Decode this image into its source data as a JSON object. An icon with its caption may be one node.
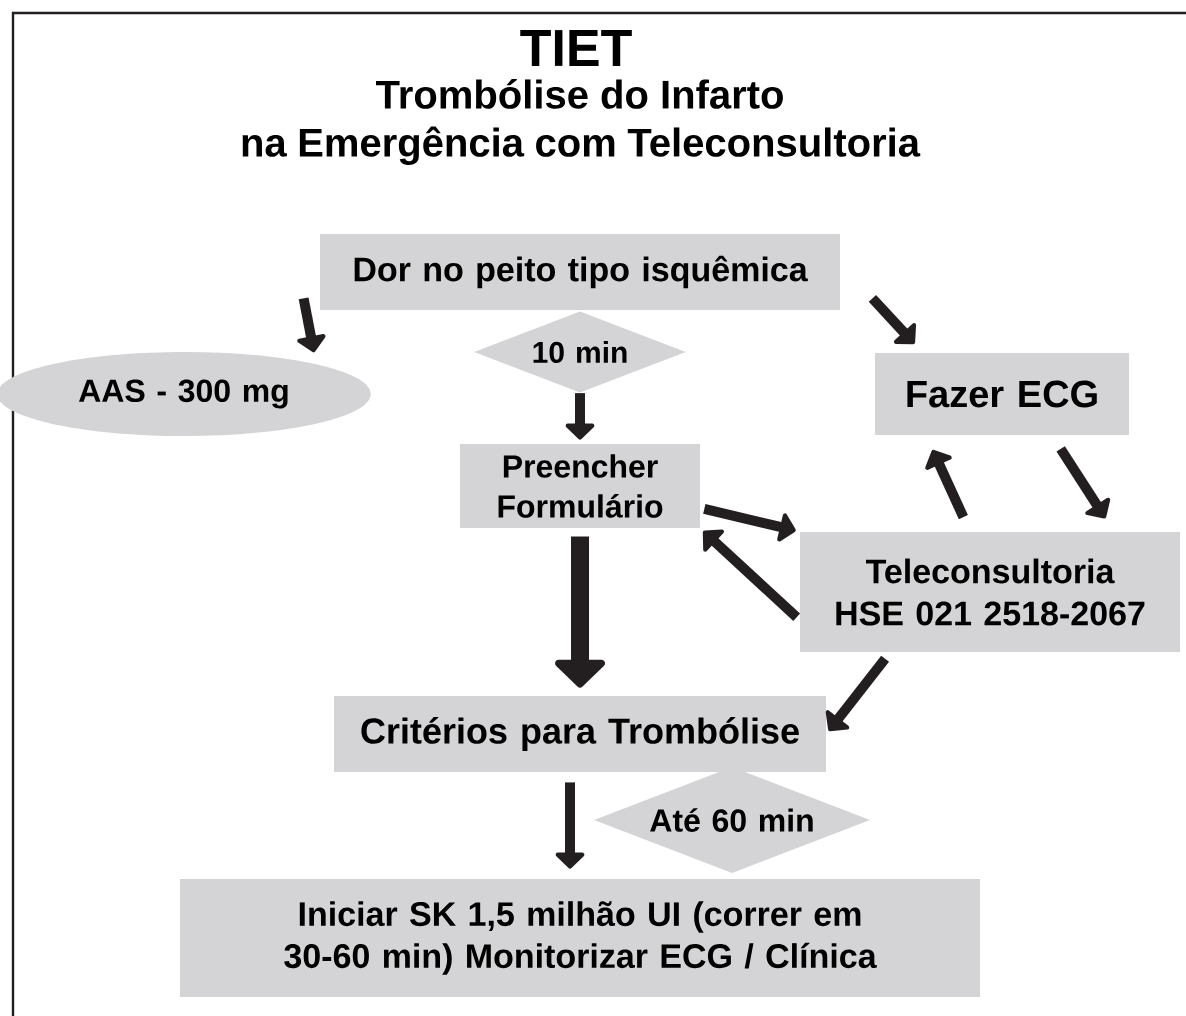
{
  "diagram": {
    "title": "TIET",
    "labels": [
      "Trombólise do Infarto na Emergência com Teleconsultoria"
    ],
    "nodes": [
      {
        "text": [
          "Dor no peito tipo isquêmica"
        ]
      },
      {
        "text": [
          "10 min"
        ]
      },
      {
        "text": [
          "AAS - 300 mg"
        ]
      },
      {
        "text": [
          "Fazer ECG"
        ]
      },
      {
        "text": [
          "Preencher Formulário"
        ]
      },
      {
        "text": [
          "Teleconsultoria HSE 021 2518-2067"
        ]
      },
      {
        "text": [
          "Critérios para Trombólise"
        ]
      },
      {
        "text": [
          "Até 60 min"
        ]
      },
      {
        "text": [
          "Iniciar SK 1,5 milhão UI (correr em 30-60 min) Monitorizar ECG / Clínica"
        ]
      }
    ],
    "edges": [
      {
        "from": 0,
        "to": 2,
        "arrow": "to"
      },
      {
        "from": 0,
        "to": 3,
        "arrow": "to"
      },
      {
        "from": 1,
        "to": 4,
        "arrow": "to"
      },
      {
        "from": 4,
        "to": 5,
        "arrow": "to"
      },
      {
        "from": 5,
        "to": 4,
        "arrow": "to"
      },
      {
        "from": 5,
        "to": 3,
        "arrow": "to"
      },
      {
        "from": 3,
        "to": 5,
        "arrow": "to"
      },
      {
        "from": 4,
        "to": 6,
        "arrow": "to",
        "style": "thick"
      },
      {
        "from": 5,
        "to": 6,
        "arrow": "to"
      },
      {
        "from": 6,
        "to": 8,
        "arrow": "to"
      }
    ]
  }
}
